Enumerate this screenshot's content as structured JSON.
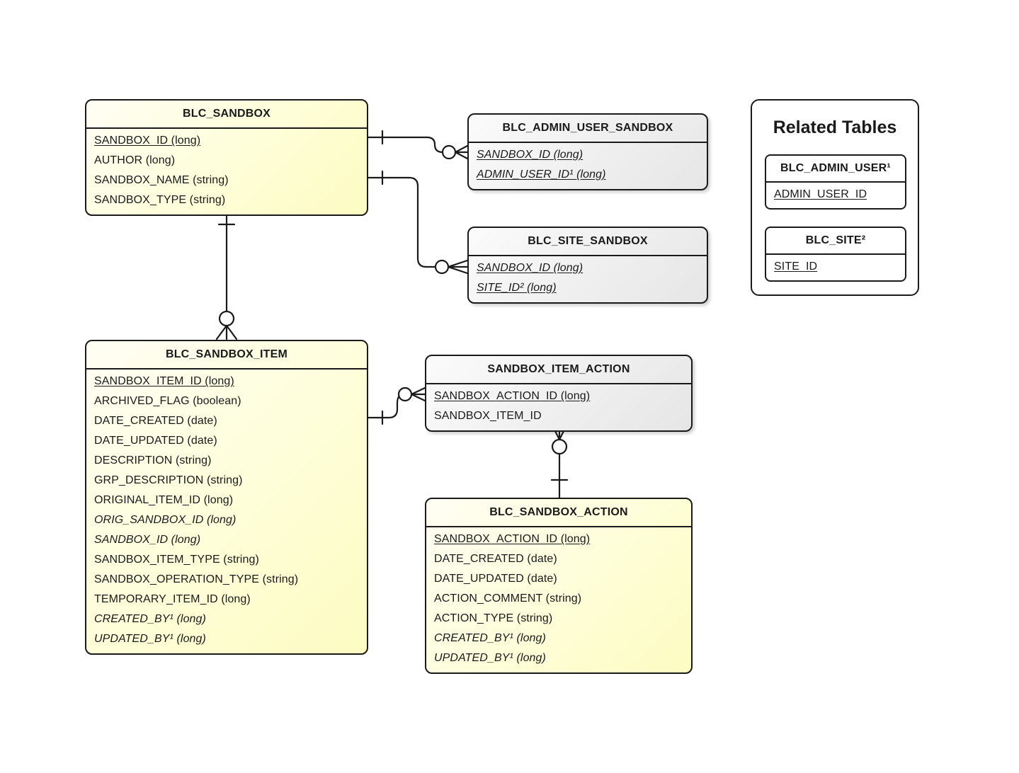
{
  "colors": {
    "background": "#ffffff",
    "border": "#1a1a1a",
    "table_yellow_light": "#fffef4",
    "table_yellow_dark": "#fdfcc2",
    "table_gray_light": "#fbfbfb",
    "table_gray_dark": "#e6e6e6"
  },
  "tables": [
    {
      "id": "blc_sandbox",
      "title": "BLC_SANDBOX",
      "kind": "yellow",
      "fields": [
        {
          "text": "SANDBOX_ID (long)",
          "style": "u"
        },
        {
          "text": "AUTHOR (long)",
          "style": ""
        },
        {
          "text": "SANDBOX_NAME (string)",
          "style": ""
        },
        {
          "text": "SANDBOX_TYPE (string)",
          "style": ""
        }
      ]
    },
    {
      "id": "blc_admin_user_sandbox",
      "title": "BLC_ADMIN_USER_SANDBOX",
      "kind": "gray",
      "fields": [
        {
          "text": "SANDBOX_ID (long)",
          "style": "iu"
        },
        {
          "text": "ADMIN_USER_ID¹ (long)",
          "style": "iu"
        }
      ]
    },
    {
      "id": "blc_site_sandbox",
      "title": "BLC_SITE_SANDBOX",
      "kind": "gray",
      "fields": [
        {
          "text": "SANDBOX_ID (long)",
          "style": "iu"
        },
        {
          "text": "SITE_ID² (long)",
          "style": "iu"
        }
      ]
    },
    {
      "id": "blc_sandbox_item",
      "title": "BLC_SANDBOX_ITEM",
      "kind": "yellow",
      "fields": [
        {
          "text": "SANDBOX_ITEM_ID (long)",
          "style": "u"
        },
        {
          "text": "ARCHIVED_FLAG (boolean)",
          "style": ""
        },
        {
          "text": "DATE_CREATED (date)",
          "style": ""
        },
        {
          "text": "DATE_UPDATED (date)",
          "style": ""
        },
        {
          "text": "DESCRIPTION (string)",
          "style": ""
        },
        {
          "text": "GRP_DESCRIPTION (string)",
          "style": ""
        },
        {
          "text": "ORIGINAL_ITEM_ID (long)",
          "style": ""
        },
        {
          "text": "ORIG_SANDBOX_ID (long)",
          "style": "i"
        },
        {
          "text": "SANDBOX_ID (long)",
          "style": "i"
        },
        {
          "text": "SANDBOX_ITEM_TYPE (string)",
          "style": ""
        },
        {
          "text": "SANDBOX_OPERATION_TYPE (string)",
          "style": ""
        },
        {
          "text": "TEMPORARY_ITEM_ID (long)",
          "style": ""
        },
        {
          "text": "CREATED_BY¹ (long)",
          "style": "i"
        },
        {
          "text": "UPDATED_BY¹ (long)",
          "style": "i"
        }
      ]
    },
    {
      "id": "sandbox_item_action",
      "title": "SANDBOX_ITEM_ACTION",
      "kind": "gray",
      "fields": [
        {
          "text": "SANDBOX_ACTION_ID (long)",
          "style": "u"
        },
        {
          "text": "SANDBOX_ITEM_ID",
          "style": ""
        }
      ]
    },
    {
      "id": "blc_sandbox_action",
      "title": "BLC_SANDBOX_ACTION",
      "kind": "yellow",
      "fields": [
        {
          "text": "SANDBOX_ACTION_ID (long)",
          "style": "u"
        },
        {
          "text": "DATE_CREATED (date)",
          "style": ""
        },
        {
          "text": "DATE_UPDATED (date)",
          "style": ""
        },
        {
          "text": "ACTION_COMMENT (string)",
          "style": ""
        },
        {
          "text": "ACTION_TYPE (string)",
          "style": ""
        },
        {
          "text": "CREATED_BY¹ (long)",
          "style": "i"
        },
        {
          "text": "UPDATED_BY¹ (long)",
          "style": "i"
        }
      ]
    }
  ],
  "panel": {
    "title": "Related Tables",
    "tables": [
      {
        "id": "blc_admin_user",
        "title": "BLC_ADMIN_USER¹",
        "fields": [
          {
            "text": "ADMIN_USER_ID",
            "style": "u"
          }
        ]
      },
      {
        "id": "blc_site",
        "title": "BLC_SITE²",
        "fields": [
          {
            "text": "SITE_ID",
            "style": "u"
          }
        ]
      }
    ]
  },
  "relationships": [
    {
      "from": "BLC_SANDBOX",
      "to": "BLC_ADMIN_USER_SANDBOX",
      "from_cardinality": "one",
      "to_cardinality": "zero-or-many"
    },
    {
      "from": "BLC_SANDBOX",
      "to": "BLC_SITE_SANDBOX",
      "from_cardinality": "one",
      "to_cardinality": "zero-or-many"
    },
    {
      "from": "BLC_SANDBOX",
      "to": "BLC_SANDBOX_ITEM",
      "from_cardinality": "one",
      "to_cardinality": "zero-or-many"
    },
    {
      "from": "BLC_SANDBOX_ITEM",
      "to": "SANDBOX_ITEM_ACTION",
      "from_cardinality": "one",
      "to_cardinality": "zero-or-many"
    },
    {
      "from": "BLC_SANDBOX_ACTION",
      "to": "SANDBOX_ITEM_ACTION",
      "from_cardinality": "one",
      "to_cardinality": "zero-or-many"
    }
  ]
}
